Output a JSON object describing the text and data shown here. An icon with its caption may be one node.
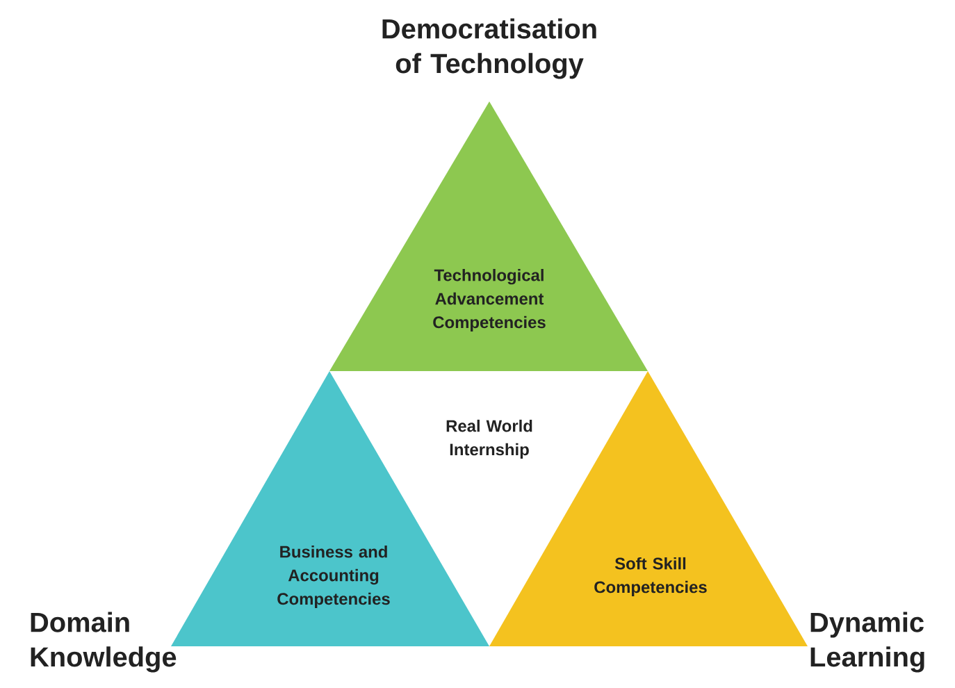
{
  "diagram": {
    "nodes": [
      {
        "text": [
          "Technological Advancement Competencies"
        ]
      },
      {
        "text": [
          "Real World Internship"
        ]
      },
      {
        "text": [
          "Business and Accounting Competencies"
        ]
      },
      {
        "text": [
          "Soft Skill Competencies"
        ]
      }
    ],
    "labels": [
      "Democratisation of Technology",
      "Domain Knowledge",
      "Dynamic Learning"
    ]
  }
}
